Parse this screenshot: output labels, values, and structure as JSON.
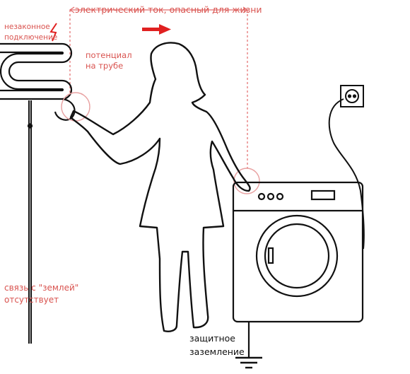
{
  "labels": {
    "current": "электрический ток, опасный для жизни",
    "illegal_line1": "незаконное",
    "illegal_line2": "подключение",
    "potential_line1": "потенциал",
    "potential_line2": "на трубе",
    "noground_line1": "связь с \"землей\"",
    "noground_line2": "отсутствует",
    "ground_line1": "защитное",
    "ground_line2": "заземление"
  },
  "colors": {
    "accent_red": "#d9534f",
    "outline": "#111111",
    "highlight_circle": "#e8a0a0"
  },
  "icons": [
    "lightning-icon",
    "arrow-right-icon",
    "power-outlet-icon",
    "ground-symbol-icon"
  ]
}
